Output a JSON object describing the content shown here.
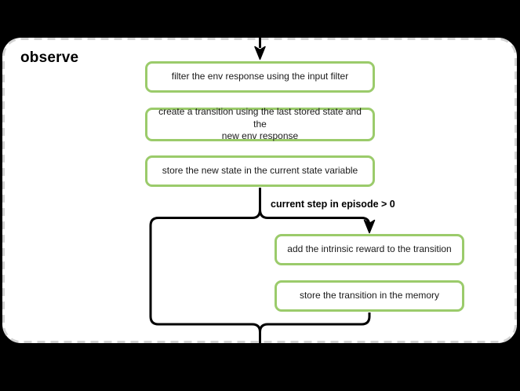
{
  "diagram": {
    "title": "observe",
    "condition_label": "current step in episode > 0",
    "nodes": [
      {
        "label": "filter the env response using the input filter"
      },
      {
        "label": "create a transition using the last stored state and the\nnew env response"
      },
      {
        "label": "store the new state in the current state variable"
      },
      {
        "label": "add the intrinsic reward to the transition"
      },
      {
        "label": "store the transition in the memory"
      }
    ],
    "colors": {
      "background": "#000000",
      "frame_fill": "#ffffff",
      "frame_border": "#d3d3d3",
      "node_fill": "#ffffff",
      "node_border": "#9bcb6b",
      "connector": "#000000",
      "text": "#1a1a1a"
    }
  }
}
